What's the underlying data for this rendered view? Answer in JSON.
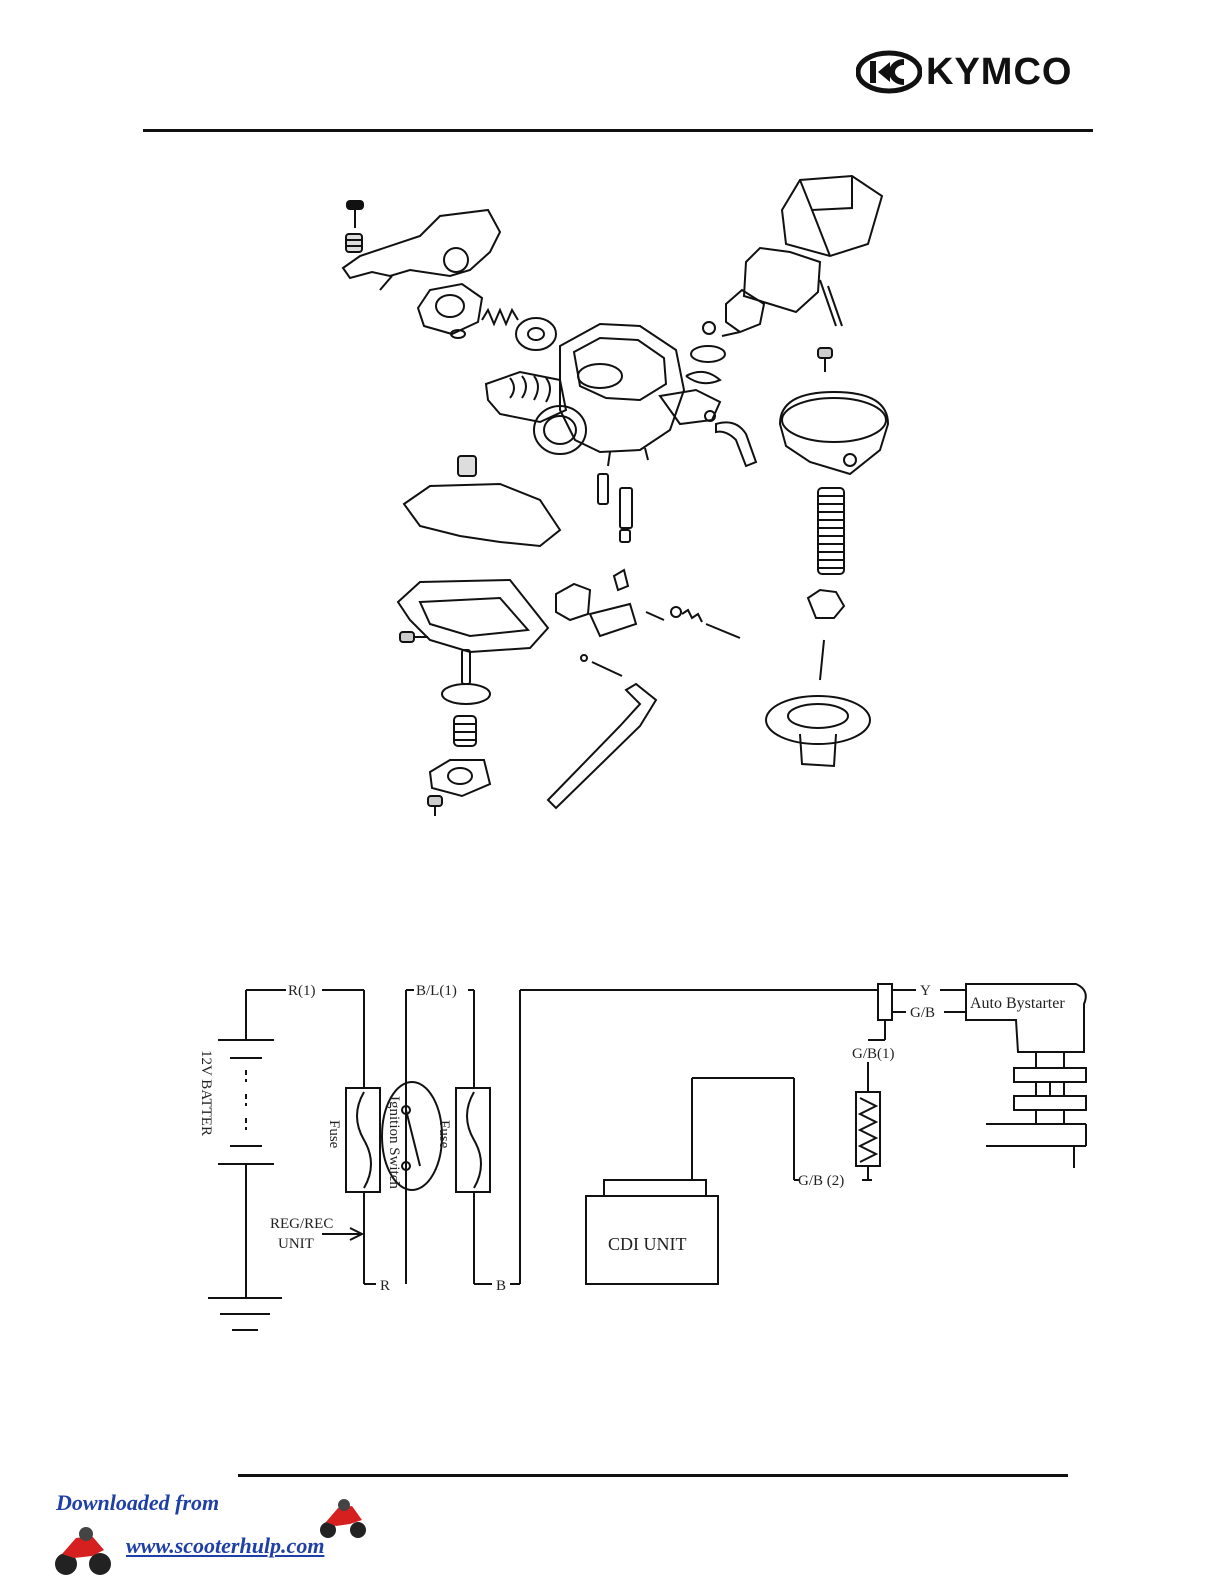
{
  "header": {
    "brand": "KYMCO",
    "brand_color": "#111111"
  },
  "wiring": {
    "labels": {
      "r1": "R(1)",
      "bl1": "B/L(1)",
      "y": "Y",
      "gb": "G/B",
      "gb1": "G/B(1)",
      "gb2": "G/B (2)",
      "battery": "12V BATTER",
      "fuse_left": "Fuse",
      "fuse_right": "Fuse",
      "ignition": "Ignition Switch",
      "regrec_1": "REG/REC",
      "regrec_2": "UNIT",
      "r": "R",
      "b": "B",
      "cdi": "CDI UNIT",
      "auto_bystarter": "Auto Bystarter"
    }
  },
  "footer": {
    "downloaded_from": "Downloaded from",
    "site": "www.scooterhulp.com",
    "link_color": "#1f3fa8"
  }
}
